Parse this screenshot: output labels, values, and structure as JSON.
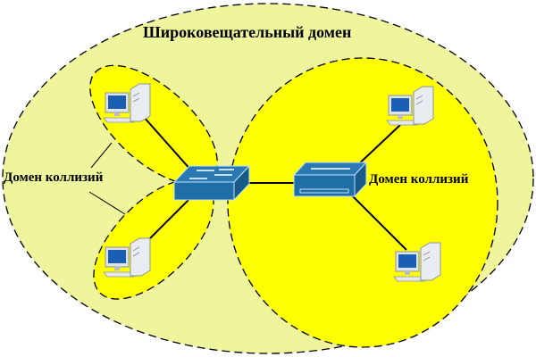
{
  "title": "Широковещательный домен",
  "collision_label_left": "Домен коллизий",
  "collision_label_right": "Домен коллизий",
  "colors": {
    "broadcast_fill": "#eef59c",
    "collision_fill": "#ffff00",
    "device_blue": "#1f6fa6"
  },
  "icons": [
    "switch-icon",
    "hub-icon",
    "computer-icon"
  ]
}
